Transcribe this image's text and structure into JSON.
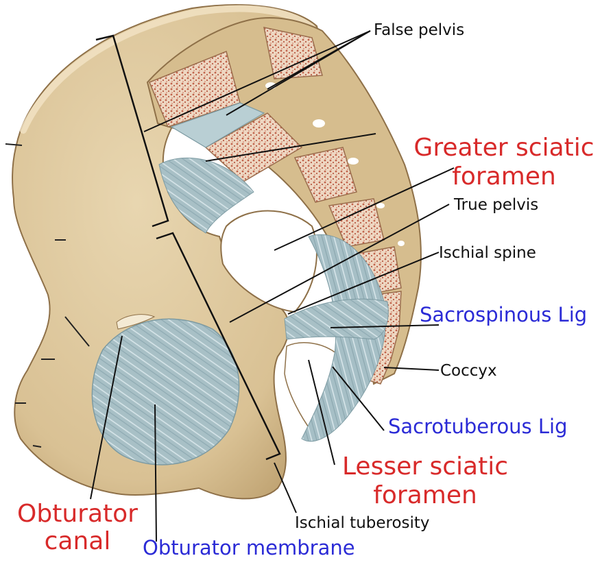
{
  "labels": {
    "false_pelvis": "False pelvis",
    "greater_sciatic_1": "Greater sciatic",
    "greater_sciatic_2": "foramen",
    "true_pelvis": "True pelvis",
    "ischial_spine": "Ischial spine",
    "sacrospinous": "Sacrospinous Lig",
    "coccyx": "Coccyx",
    "sacrotuberous": "Sacrotuberous Lig",
    "lesser_sciatic_1": "Lesser sciatic",
    "lesser_sciatic_2": "foramen",
    "ischial_tuberosity": "Ischial tuberosity",
    "obturator_canal_1": "Obturator",
    "obturator_canal_2": "canal",
    "obturator_membrane": "Obturator membrane"
  },
  "colors": {
    "bone": "#dcc59a",
    "bone_shadow": "#b99d6c",
    "cancellous": "#c98a6c",
    "ligament": "#a9c2c8",
    "red_label": "#d82a2a",
    "blue_label": "#2b2bd6",
    "black_label": "#111111"
  }
}
